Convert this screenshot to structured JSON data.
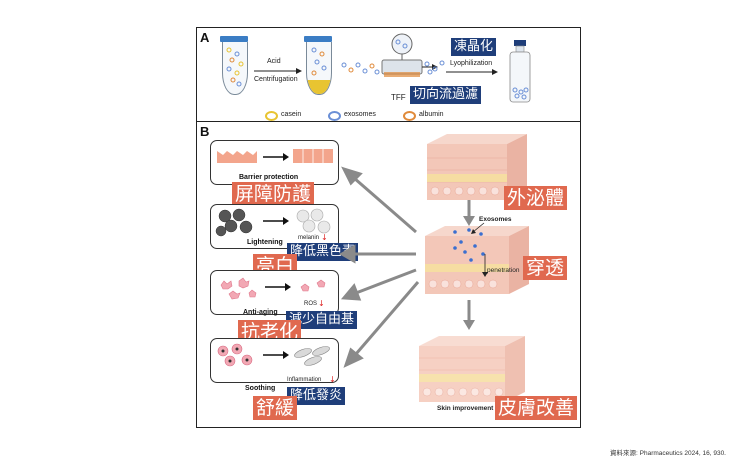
{
  "panel_a": {
    "letter": "A",
    "acid_label": "Acid",
    "centrifugation_label": "Centrifugation",
    "tff_label": "TFF",
    "tff_zh": "切向流過濾",
    "lyophilization_label": "Lyophilization",
    "lyophilization_zh": "凍晶化",
    "legend": [
      {
        "label": "casein",
        "color": "#e8c431"
      },
      {
        "label": "exosomes",
        "color": "#6a8fd6"
      },
      {
        "label": "albumin",
        "color": "#e08a3a"
      }
    ]
  },
  "panel_b": {
    "letter": "B",
    "effects": [
      {
        "label": "Barrier protection",
        "zh": "屏障防護",
        "marker": "",
        "marker_zh": ""
      },
      {
        "label": "Lightening",
        "zh": "亮白",
        "marker": "melanin",
        "marker_zh": "降低黑色素"
      },
      {
        "label": "Anti-aging",
        "zh": "抗老化",
        "marker": "ROS",
        "marker_zh": "減少自由基"
      },
      {
        "label": "Soothing",
        "zh": "舒緩",
        "marker": "Inflammation",
        "marker_zh": "降低發炎"
      }
    ],
    "exosomes_zh": "外泌體",
    "exosomes_label": "Exosomes",
    "penetration_label": "penetration",
    "penetration_zh": "穿透",
    "skin_label": "Skin improvement",
    "skin_zh": "皮膚改善"
  },
  "citation": "資料來源: Pharmaceutics 2024, 16, 930.",
  "colors": {
    "tag_blue": "#1f3e7a",
    "tag_red": "#e0694f",
    "skin": "#f3c7b8",
    "arrow": "#8a8a8a"
  }
}
